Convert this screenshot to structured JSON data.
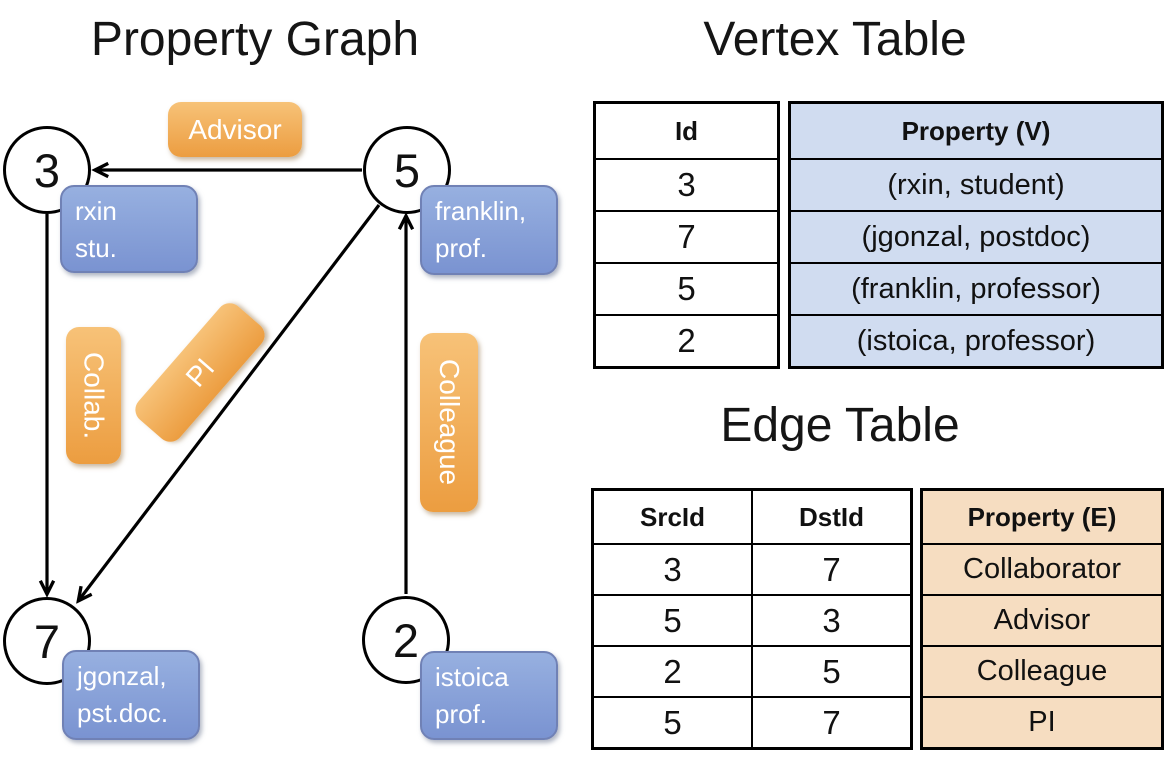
{
  "titles": {
    "graph": "Property Graph",
    "vertex_table": "Vertex Table",
    "edge_table": "Edge Table"
  },
  "graph": {
    "nodes": [
      {
        "id": "3",
        "property_lines": [
          "rxin",
          "stu."
        ]
      },
      {
        "id": "5",
        "property_lines": [
          "franklin,",
          "prof."
        ]
      },
      {
        "id": "7",
        "property_lines": [
          "jgonzal,",
          "pst.doc."
        ]
      },
      {
        "id": "2",
        "property_lines": [
          "istoica",
          "prof."
        ]
      }
    ],
    "edge_labels": {
      "advisor": "Advisor",
      "collab": "Collab.",
      "pi": "PI",
      "colleague": "Colleague"
    },
    "arrows": [
      {
        "from": "5",
        "to": "3",
        "label": "Advisor"
      },
      {
        "from": "3",
        "to": "7",
        "label": "Collab."
      },
      {
        "from": "5",
        "to": "7",
        "label": "PI"
      },
      {
        "from": "2",
        "to": "5",
        "label": "Colleague"
      }
    ]
  },
  "vertex_table": {
    "headers": {
      "id": "Id",
      "property": "Property (V)"
    },
    "rows": [
      {
        "id": "3",
        "property": "(rxin, student)"
      },
      {
        "id": "7",
        "property": "(jgonzal, postdoc)"
      },
      {
        "id": "5",
        "property": "(franklin, professor)"
      },
      {
        "id": "2",
        "property": "(istoica, professor)"
      }
    ]
  },
  "edge_table": {
    "headers": {
      "src": "SrcId",
      "dst": "DstId",
      "property": "Property (E)"
    },
    "rows": [
      {
        "src": "3",
        "dst": "7",
        "property": "Collaborator"
      },
      {
        "src": "5",
        "dst": "3",
        "property": "Advisor"
      },
      {
        "src": "2",
        "dst": "5",
        "property": "Colleague"
      },
      {
        "src": "5",
        "dst": "7",
        "property": "PI"
      }
    ]
  },
  "colors": {
    "orange_light": "#f7c278",
    "orange_dark": "#ec9d40",
    "blue_box_light": "#97b0e0",
    "blue_box_dark": "#7a93d1",
    "blue_box_border": "#7081b5",
    "vertex_cell_bg": "#d0dcf0",
    "edge_cell_bg": "#f6ddc1",
    "line_black": "#000000",
    "text_white": "#ffffff"
  }
}
